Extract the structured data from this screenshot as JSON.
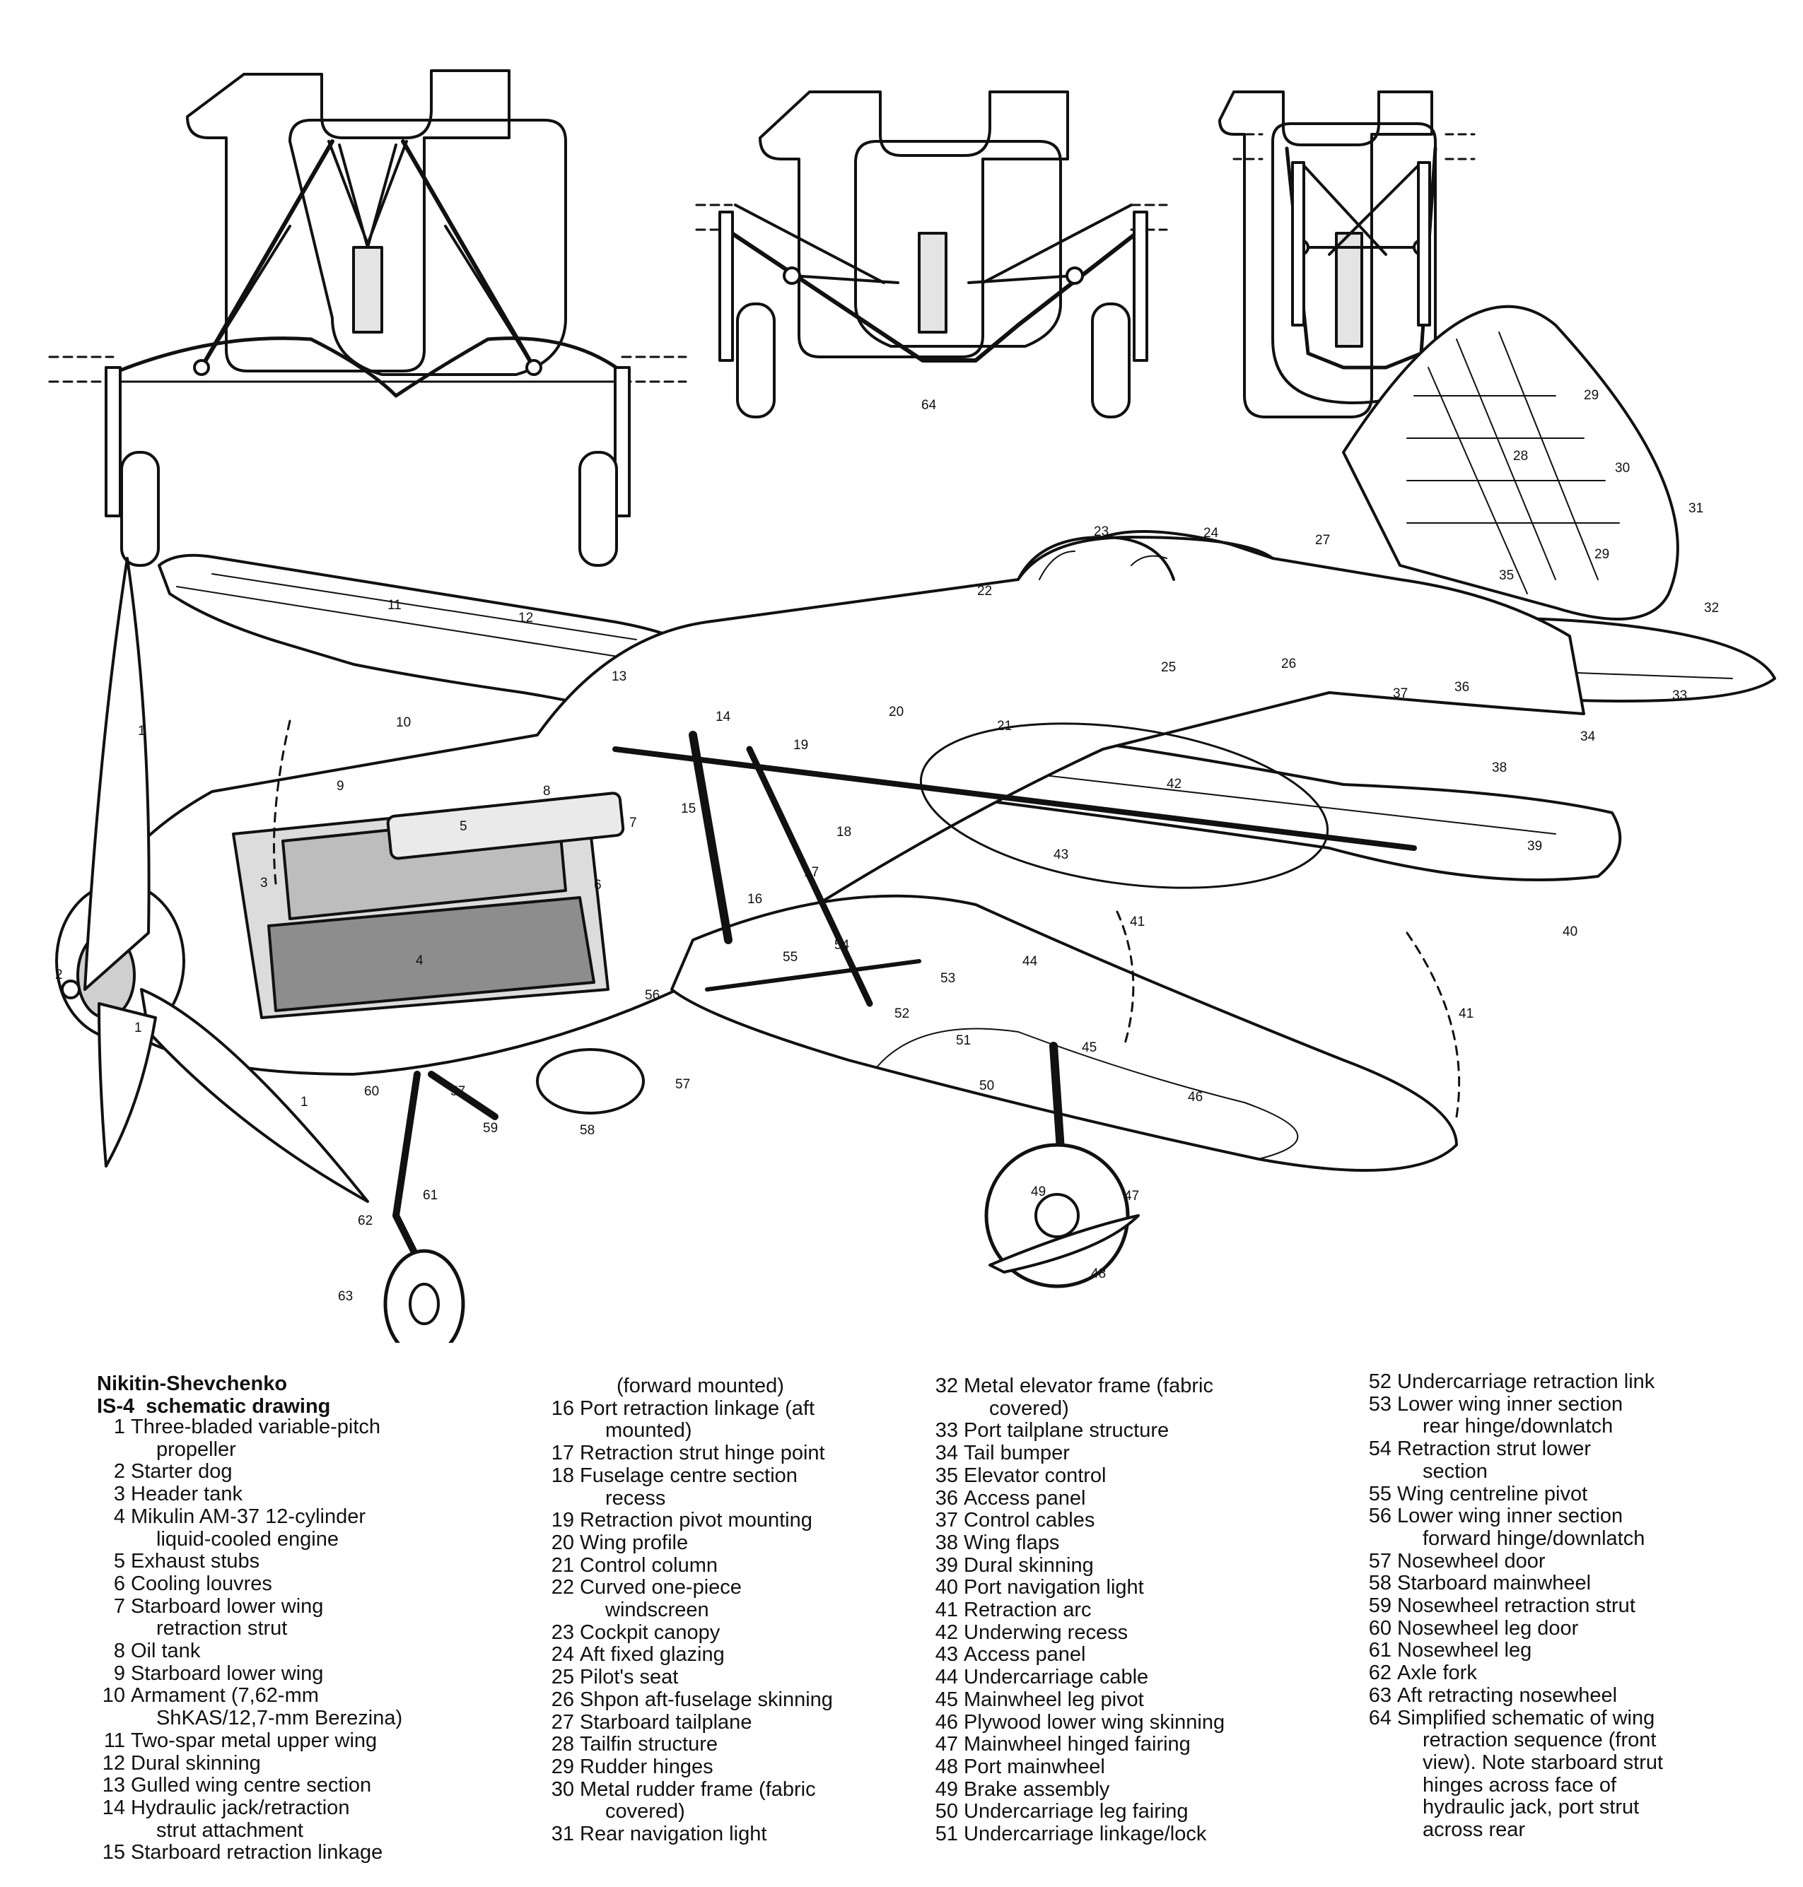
{
  "title_lines": [
    "Nikitin-Shevchenko",
    "IS-4  schematic drawing"
  ],
  "callouts": [
    "1",
    "2",
    "3",
    "4",
    "5",
    "6",
    "7",
    "8",
    "9",
    "10",
    "11",
    "12",
    "13",
    "14",
    "15",
    "16",
    "17",
    "18",
    "19",
    "20",
    "21",
    "22",
    "23",
    "24",
    "25",
    "26",
    "27",
    "28",
    "29",
    "30",
    "31",
    "32",
    "33",
    "34",
    "35",
    "36",
    "37",
    "38",
    "39",
    "40",
    "41",
    "42",
    "43",
    "44",
    "45",
    "46",
    "47",
    "48",
    "49",
    "50",
    "51",
    "52",
    "53",
    "54",
    "55",
    "56",
    "57",
    "58",
    "59",
    "60",
    "61",
    "62",
    "63",
    "64"
  ],
  "legend": {
    "col1": [
      {
        "n": "1",
        "t": "Three-bladed variable-pitch",
        "c": "propeller"
      },
      {
        "n": "2",
        "t": "Starter dog",
        "c": ""
      },
      {
        "n": "3",
        "t": "Header tank",
        "c": ""
      },
      {
        "n": "4",
        "t": "Mikulin AM-37 12-cylinder",
        "c": "liquid-cooled engine"
      },
      {
        "n": "5",
        "t": "Exhaust stubs",
        "c": ""
      },
      {
        "n": "6",
        "t": "Cooling louvres",
        "c": ""
      },
      {
        "n": "7",
        "t": "Starboard lower wing",
        "c": "retraction strut"
      },
      {
        "n": "8",
        "t": "Oil tank",
        "c": ""
      },
      {
        "n": "9",
        "t": "Starboard lower wing",
        "c": ""
      },
      {
        "n": "10",
        "t": "Armament (7,62-mm",
        "c": "ShKAS/12,7-mm Berezina)"
      },
      {
        "n": "11",
        "t": "Two-spar metal upper wing",
        "c": ""
      },
      {
        "n": "12",
        "t": "Dural skinning",
        "c": ""
      },
      {
        "n": "13",
        "t": "Gulled wing centre section",
        "c": ""
      },
      {
        "n": "14",
        "t": "Hydraulic jack/retraction",
        "c": "strut attachment"
      },
      {
        "n": "15",
        "t": "Starboard retraction linkage",
        "c": ""
      }
    ],
    "col2_lead": "(forward mounted)",
    "col2": [
      {
        "n": "16",
        "t": "Port retraction linkage (aft",
        "c": "mounted)"
      },
      {
        "n": "17",
        "t": "Retraction strut hinge point",
        "c": ""
      },
      {
        "n": "18",
        "t": "Fuselage centre section",
        "c": "recess"
      },
      {
        "n": "19",
        "t": "Retraction pivot mounting",
        "c": ""
      },
      {
        "n": "20",
        "t": "Wing profile",
        "c": ""
      },
      {
        "n": "21",
        "t": "Control column",
        "c": ""
      },
      {
        "n": "22",
        "t": "Curved one-piece",
        "c": "windscreen"
      },
      {
        "n": "23",
        "t": "Cockpit canopy",
        "c": ""
      },
      {
        "n": "24",
        "t": "Aft fixed glazing",
        "c": ""
      },
      {
        "n": "25",
        "t": "Pilot's seat",
        "c": ""
      },
      {
        "n": "26",
        "t": "Shpon aft-fuselage skinning",
        "c": ""
      },
      {
        "n": "27",
        "t": "Starboard tailplane",
        "c": ""
      },
      {
        "n": "28",
        "t": "Tailfin structure",
        "c": ""
      },
      {
        "n": "29",
        "t": "Rudder hinges",
        "c": ""
      },
      {
        "n": "30",
        "t": "Metal rudder frame (fabric",
        "c": "covered)"
      },
      {
        "n": "31",
        "t": "Rear navigation light",
        "c": ""
      }
    ],
    "col3": [
      {
        "n": "32",
        "t": "Metal elevator frame (fabric",
        "c": "covered)"
      },
      {
        "n": "33",
        "t": "Port tailplane structure",
        "c": ""
      },
      {
        "n": "34",
        "t": "Tail bumper",
        "c": ""
      },
      {
        "n": "35",
        "t": "Elevator control",
        "c": ""
      },
      {
        "n": "36",
        "t": "Access panel",
        "c": ""
      },
      {
        "n": "37",
        "t": "Control cables",
        "c": ""
      },
      {
        "n": "38",
        "t": "Wing flaps",
        "c": ""
      },
      {
        "n": "39",
        "t": "Dural skinning",
        "c": ""
      },
      {
        "n": "40",
        "t": "Port navigation light",
        "c": ""
      },
      {
        "n": "41",
        "t": "Retraction arc",
        "c": ""
      },
      {
        "n": "42",
        "t": "Underwing recess",
        "c": ""
      },
      {
        "n": "43",
        "t": "Access panel",
        "c": ""
      },
      {
        "n": "44",
        "t": "Undercarriage cable",
        "c": ""
      },
      {
        "n": "45",
        "t": "Mainwheel leg pivot",
        "c": ""
      },
      {
        "n": "46",
        "t": "Plywood lower wing skinning",
        "c": ""
      },
      {
        "n": "47",
        "t": "Mainwheel hinged fairing",
        "c": ""
      },
      {
        "n": "48",
        "t": "Port mainwheel",
        "c": ""
      },
      {
        "n": "49",
        "t": "Brake assembly",
        "c": ""
      },
      {
        "n": "50",
        "t": "Undercarriage leg fairing",
        "c": ""
      },
      {
        "n": "51",
        "t": "Undercarriage linkage/lock",
        "c": ""
      }
    ],
    "col4": [
      {
        "n": "52",
        "t": "Undercarriage retraction link",
        "c": ""
      },
      {
        "n": "53",
        "t": "Lower wing inner section",
        "c": "rear hinge/downlatch"
      },
      {
        "n": "54",
        "t": "Retraction strut lower",
        "c": "section"
      },
      {
        "n": "55",
        "t": "Wing centreline pivot",
        "c": ""
      },
      {
        "n": "56",
        "t": "Lower wing inner section",
        "c": "forward hinge/downlatch"
      },
      {
        "n": "57",
        "t": "Nosewheel door",
        "c": ""
      },
      {
        "n": "58",
        "t": "Starboard mainwheel",
        "c": ""
      },
      {
        "n": "59",
        "t": "Nosewheel retraction strut",
        "c": ""
      },
      {
        "n": "60",
        "t": "Nosewheel leg door",
        "c": ""
      },
      {
        "n": "61",
        "t": "Nosewheel leg",
        "c": ""
      },
      {
        "n": "62",
        "t": "Axle fork",
        "c": ""
      },
      {
        "n": "63",
        "t": "Aft retracting nosewheel",
        "c": ""
      },
      {
        "n": "64",
        "t": "Simplified schematic of wing",
        "c": "retraction sequence (front\nview). Note starboard strut\nhinges across face of\nhydraulic jack, port strut\nacross rear"
      }
    ]
  }
}
